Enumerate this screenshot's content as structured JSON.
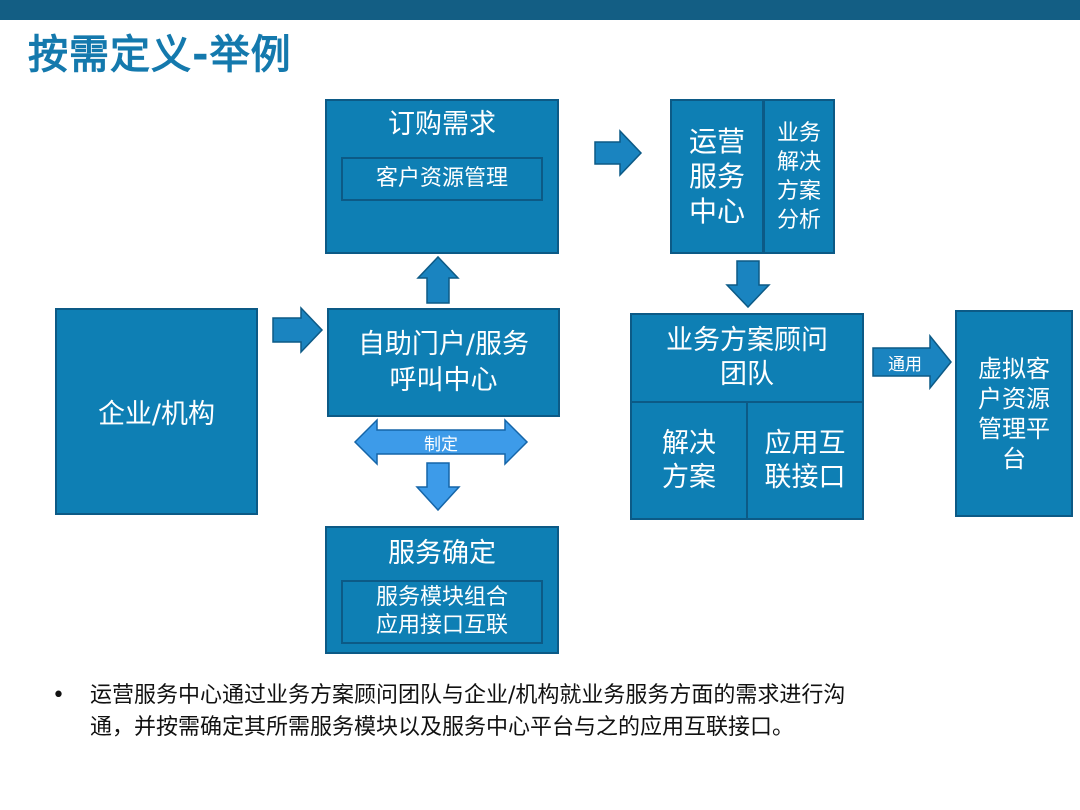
{
  "title": "按需定义-举例",
  "boxes": {
    "enterprise": "企业/机构",
    "order_demand": "订购需求",
    "customer_mgmt": "客户资源管理",
    "self_portal_line1": "自助门户/服务",
    "self_portal_line2": "呼叫中心",
    "service_confirm": "服务确定",
    "service_module_line1": "服务模块组合",
    "service_module_line2": "应用接口互联",
    "ops_line1": "运营",
    "ops_line2": "服务",
    "ops_line3": "中心",
    "biz_analysis_line1": "业务",
    "biz_analysis_line2": "解决",
    "biz_analysis_line3": "方案",
    "biz_analysis_line4": "分析",
    "consult_line1": "业务方案顾问",
    "consult_line2": "团队",
    "solution_line1": "解决",
    "solution_line2": "方案",
    "app_interconnect_line1": "应用互",
    "app_interconnect_line2": "联接口",
    "virtual_line1": "虚拟客",
    "virtual_line2": "户资源",
    "virtual_line3": "管理平",
    "virtual_line4": "台"
  },
  "arrows": {
    "define_label": "制定",
    "general_label": "通用"
  },
  "bullet": {
    "marker": "•",
    "line1": "运营服务中心通过业务方案顾问团队与企业/机构就业务服务方面的需求进行沟",
    "line2": "通，并按需确定其所需服务模块以及服务中心平台与之的应用互联接口。"
  },
  "colors": {
    "header_bar": "#135e84",
    "title": "#1479ad",
    "box_fill": "#0e7fb4",
    "box_border": "#0c5a86",
    "arrow_fill": "#1a84c0",
    "double_arrow_fill": "#3d9be9"
  }
}
